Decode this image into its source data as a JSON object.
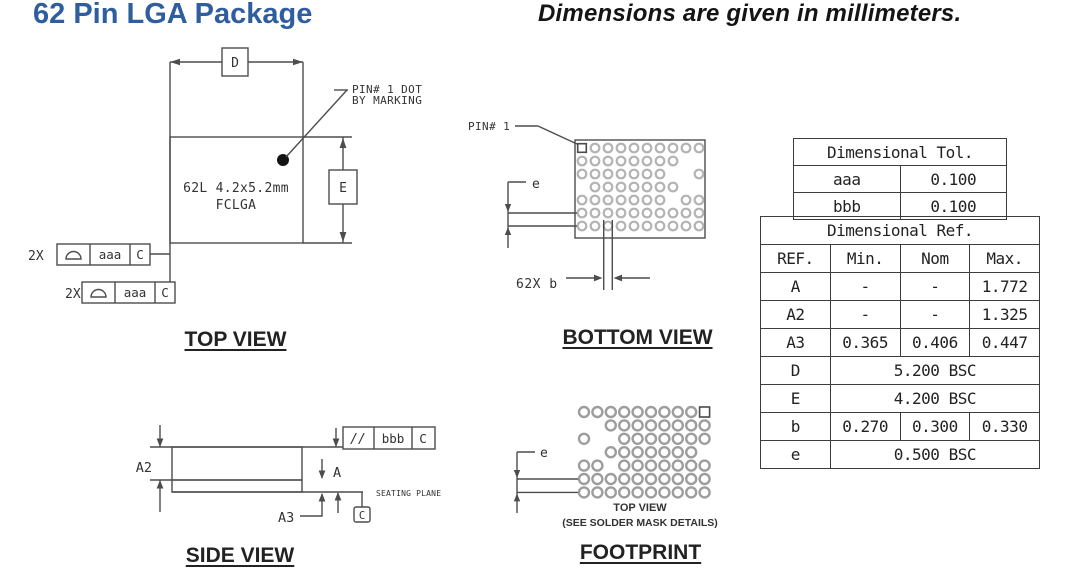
{
  "header": {
    "title": "62 Pin LGA Package",
    "subtitle": "Dimensions are given in millimeters.",
    "title_color": "#2e5e9e"
  },
  "top_view": {
    "label": "TOP VIEW",
    "dim_d": "D",
    "dim_e": "E",
    "pin1_note_line1": "PIN# 1 DOT",
    "pin1_note_line2": "BY MARKING",
    "body_line1": "62L 4.2x5.2mm",
    "body_line2": "FCLGA",
    "callout": {
      "qty": "2X",
      "symbol": "profile-of-surface",
      "tol": "aaa",
      "datum": "C"
    }
  },
  "bottom_view": {
    "label": "BOTTOM VIEW",
    "pin1_label": "PIN# 1",
    "pitch_label": "e",
    "pin_size_label": "62X b",
    "pin_pattern": [
      "sooooooooo",
      "oooooooo..",
      "ooooooo..o",
      ".ooooooo..",
      "ooooooo.oo",
      "oooooooooo",
      "oooooooooo"
    ]
  },
  "side_view": {
    "label": "SIDE VIEW",
    "dim_a": "A",
    "dim_a2": "A2",
    "dim_a3": "A3",
    "parallelism_symbol": "//",
    "parallelism_tol": "bbb",
    "parallelism_datum": "C",
    "seating_plane": "SEATING PLANE",
    "datum_symbol": "C"
  },
  "footprint": {
    "label": "FOOTPRINT",
    "sublabel_line1": "TOP VIEW",
    "sublabel_line2": "(SEE SOLDER MASK DETAILS)",
    "pitch_label": "e",
    "pin_pattern": [
      "ooooooooos",
      "..oooooooo",
      "o..ooooooo",
      "..ooooooo.",
      "oo.ooooooo",
      "oooooooooo",
      "oooooooooo"
    ]
  },
  "tol_table": {
    "title": "Dimensional Tol.",
    "rows": [
      {
        "name": "aaa",
        "value": "0.100"
      },
      {
        "name": "bbb",
        "value": "0.100"
      }
    ]
  },
  "ref_table": {
    "title": "Dimensional Ref.",
    "columns": [
      "REF.",
      "Min.",
      "Nom",
      "Max."
    ],
    "rows": [
      {
        "ref": "A",
        "min": "-",
        "nom": "-",
        "max": "1.772"
      },
      {
        "ref": "A2",
        "min": "-",
        "nom": "-",
        "max": "1.325"
      },
      {
        "ref": "A3",
        "min": "0.365",
        "nom": "0.406",
        "max": "0.447"
      },
      {
        "ref": "D",
        "span": "5.200 BSC"
      },
      {
        "ref": "E",
        "span": "4.200 BSC"
      },
      {
        "ref": "b",
        "min": "0.270",
        "nom": "0.300",
        "max": "0.330"
      },
      {
        "ref": "e",
        "span": "0.500 BSC"
      }
    ]
  }
}
